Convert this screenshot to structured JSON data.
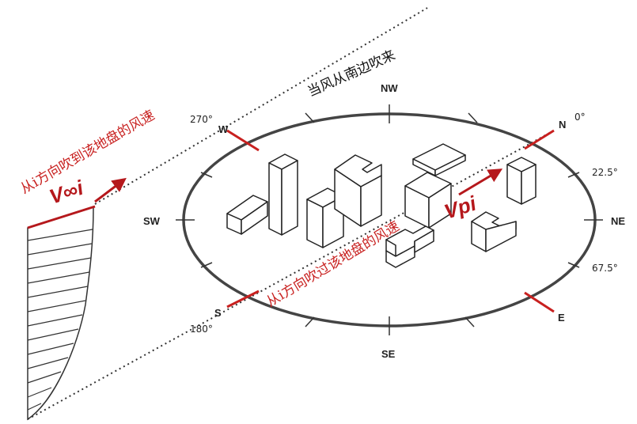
{
  "directions": {
    "nw": "NW",
    "n": "N",
    "w": "W",
    "sw": "SW",
    "ne": "NE",
    "s": "S",
    "se": "SE",
    "e": "E"
  },
  "angles": {
    "deg_0": "0°",
    "deg_270": "270°",
    "deg_22_5": "22.5°",
    "deg_67_5": "67.5°",
    "deg_180": "180°"
  },
  "annotations": {
    "wind_from_south": "当风从南边吹来",
    "incoming_speed": "从i方向吹到该地盘的风速",
    "through_speed": "从i方向吹过该地盘的风速"
  },
  "velocity_labels": {
    "incoming": "V∞i",
    "site": "Vpi"
  },
  "colors": {
    "accent_red": "#c8201f",
    "line_dark": "#333333"
  }
}
